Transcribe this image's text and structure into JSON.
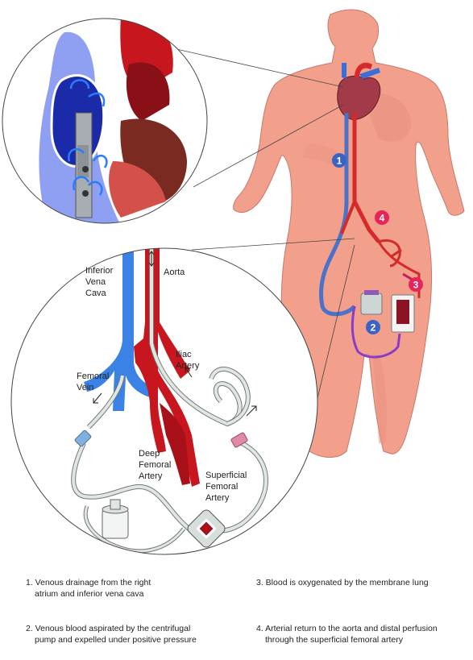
{
  "labels": {
    "ivc": [
      "Inferior",
      "Vena",
      "Cava"
    ],
    "aorta": "Aorta",
    "iliac": [
      "Iliac",
      "Artery"
    ],
    "femoral_vein": [
      "Femoral",
      "Vein"
    ],
    "deep_femoral": [
      "Deep",
      "Femoral",
      "Artery"
    ],
    "superficial_femoral": [
      "Superficial",
      "Femoral",
      "Artery"
    ]
  },
  "markers": [
    {
      "number": "1",
      "color": "#3b63c4"
    },
    {
      "number": "2",
      "color": "#3b63c4"
    },
    {
      "number": "3",
      "color": "#e5245a"
    },
    {
      "number": "4",
      "color": "#e5245a"
    }
  ],
  "captions": [
    {
      "lines": [
        "1. Venous drainage from the right",
        "atrium and inferior vena cava"
      ]
    },
    {
      "lines": [
        "2. Venous blood aspirated by the centrifugal",
        "pump and expelled under positive pressure"
      ]
    },
    {
      "lines": [
        "3. Blood is oxygenated by the membrane lung"
      ]
    },
    {
      "lines": [
        "4. Arterial return to the aorta and distal perfusion",
        "through the superficial femoral artery"
      ]
    }
  ],
  "colors": {
    "skin": "#f2a08c",
    "skin_shade": "#e4877a",
    "vein": "#3b82e6",
    "artery": "#c8161e",
    "tube": "#dfe7e4"
  }
}
